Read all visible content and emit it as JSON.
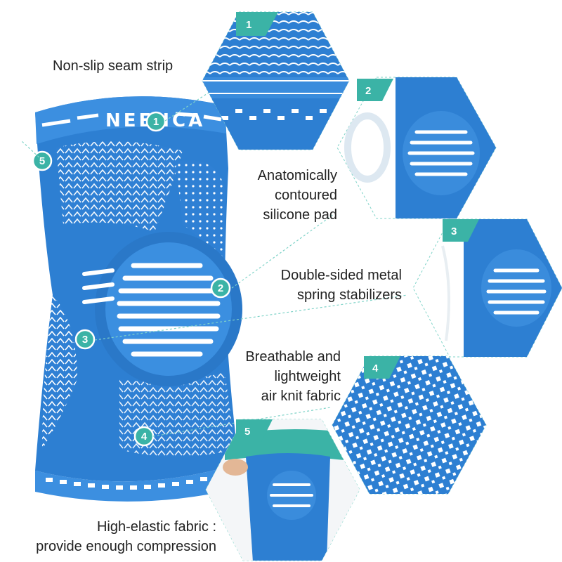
{
  "colors": {
    "brand_blue": "#2e7fd1",
    "knit_blue": "#1f6fc4",
    "teal_badge": "#3bb3a6",
    "dashed_line": "#7fd3c8",
    "text": "#222222"
  },
  "product": {
    "brand_text": "NEENCA"
  },
  "features": [
    {
      "number": "1",
      "lines": [
        "Non-slip seam strip"
      ]
    },
    {
      "number": "2",
      "lines": [
        "Anatomically",
        "contoured",
        "silicone pad"
      ]
    },
    {
      "number": "3",
      "lines": [
        "Double-sided metal",
        "spring stabilizers"
      ]
    },
    {
      "number": "4",
      "lines": [
        "Breathable and",
        "lightweight",
        "air knit fabric"
      ]
    },
    {
      "number": "5",
      "lines": [
        "High-elastic fabric :",
        "provide enough compression"
      ]
    }
  ],
  "icons": {
    "marker": "numbered-circle-icon",
    "tab": "corner-number-tab-icon"
  }
}
